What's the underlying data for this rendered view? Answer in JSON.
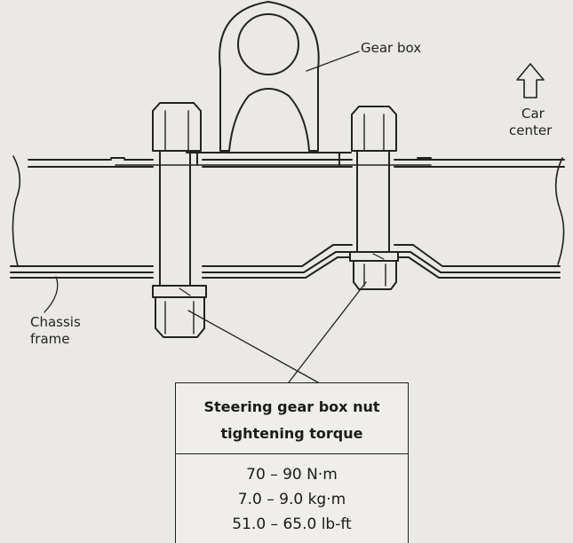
{
  "labels": {
    "gear_box": "Gear box",
    "car_center_line1": "Car",
    "car_center_line2": "center",
    "chassis_line1": "Chassis",
    "chassis_line2": "frame"
  },
  "torque_table": {
    "title_line1": "Steering gear box nut",
    "title_line2": "tightening torque",
    "values": [
      "70 – 90 N·m",
      "7.0 – 9.0 kg·m",
      "51.0 – 65.0 lb-ft"
    ]
  },
  "colors": {
    "background": "#ebe9e5",
    "line": "#222222"
  }
}
